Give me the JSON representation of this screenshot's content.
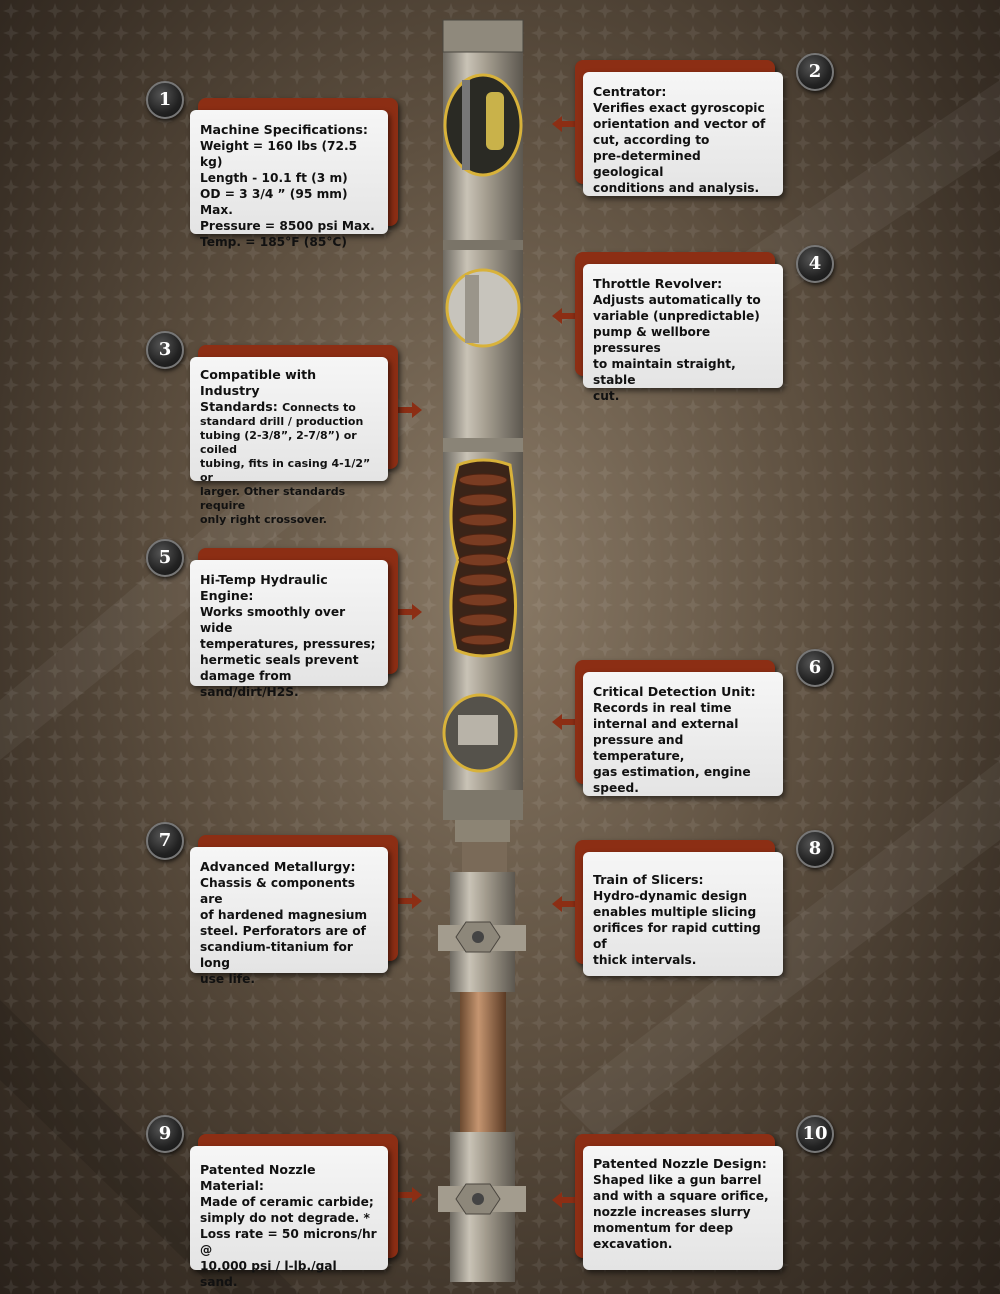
{
  "callouts": [
    {
      "number": "1",
      "title": "Machine Specifications:",
      "lines": [
        "Weight = 160 lbs (72.5 kg)",
        "Length - 10.1 ft (3 m)",
        "OD = 3 3/4 ” (95 mm) Max.",
        "Pressure = 8500 psi Max.",
        "Temp. = 185°F (85°C)"
      ]
    },
    {
      "number": "2",
      "title": "Centrator:",
      "lines": [
        "Verifies exact gyroscopic",
        "orientation and vector of",
        "cut, according to",
        "pre-determined geological",
        "conditions and analysis."
      ]
    },
    {
      "number": "3",
      "title": "Compatible with Industry",
      "title2": "Standards:",
      "inline": "Connects to",
      "lines": [
        "standard drill / production",
        "tubing (2-3/8”, 2-7/8”) or coiled",
        "tubing, fits in casing 4-1/2” or",
        "larger. Other standards require",
        "only right crossover."
      ]
    },
    {
      "number": "4",
      "title": "Throttle Revolver:",
      "lines": [
        "Adjusts automatically to",
        "variable (unpredictable)",
        "pump & wellbore pressures",
        "to maintain straight, stable",
        "cut."
      ]
    },
    {
      "number": "5",
      "title": "Hi-Temp Hydraulic",
      "title2": "Engine:",
      "lines": [
        "Works smoothly over wide",
        "temperatures, pressures;",
        "hermetic seals prevent",
        "damage from sand/dirt/H2S."
      ]
    },
    {
      "number": "6",
      "title": "Critical Detection Unit:",
      "lines": [
        "Records in real time",
        "internal and external",
        "pressure and temperature,",
        "gas estimation, engine",
        "speed."
      ]
    },
    {
      "number": "7",
      "title": "Advanced Metallurgy:",
      "lines": [
        "Chassis & components are",
        "of hardened magnesium",
        "steel. Perforators are of",
        "scandium-titanium for long",
        "use life."
      ]
    },
    {
      "number": "8",
      "title": "Train of Slicers:",
      "lines": [
        "Hydro-dynamic design",
        "enables multiple slicing",
        "orifices for rapid cutting of",
        "thick intervals."
      ]
    },
    {
      "number": "9",
      "title": "Patented Nozzle Material:",
      "lines": [
        "Made of ceramic carbide;",
        "simply do not degrade. *",
        "Loss rate = 50 microns/hr @",
        "10,000 psi / l-lb./gal sand."
      ]
    },
    {
      "number": "10",
      "title": "Patented Nozzle Design:",
      "lines": [
        "Shaped like a gun barrel",
        "and with a square orifice,",
        "nozzle increases slurry",
        "momentum for deep",
        "excavation."
      ]
    }
  ],
  "colors": {
    "callout_backing": "#8c2e14",
    "callout_box": "#eeeeee",
    "number_badge": "#222222",
    "arrow": "#8c2e14"
  }
}
